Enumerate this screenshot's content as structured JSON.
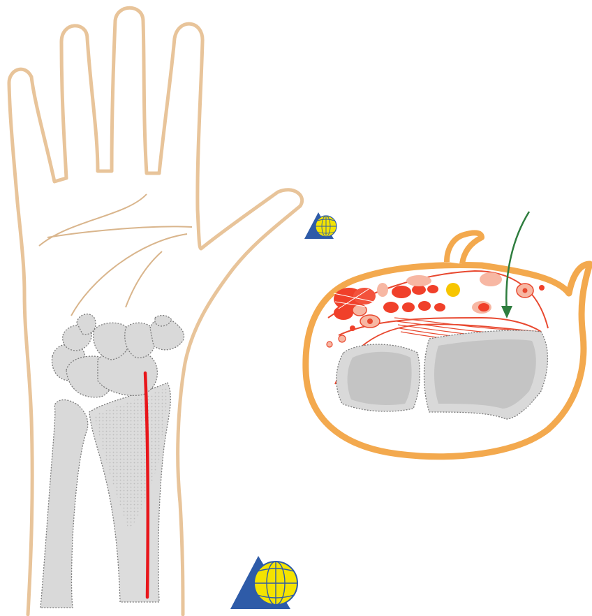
{
  "colors": {
    "skin_outline": "#E8C49A",
    "palm_line": "#D9B58C",
    "bone_fill": "#D9D9D9",
    "bone_outline": "#7A7A7A",
    "incision_line": "#E8161B",
    "cross_section_skin": "#F3A94E",
    "tissue_outline": "#E8482F",
    "tissue_light": "#F7B7A3",
    "vessel_red": "#F0402A",
    "nerve_yellow": "#F7C500",
    "arrow_green": "#2E7D3E",
    "logo_triangle": "#2E5BA8",
    "logo_globe": "#F4E300"
  },
  "figure": {
    "views": [
      "hand-palmar-view",
      "wrist-cross-section"
    ],
    "logo_icon": "globe-triangle-logo"
  }
}
